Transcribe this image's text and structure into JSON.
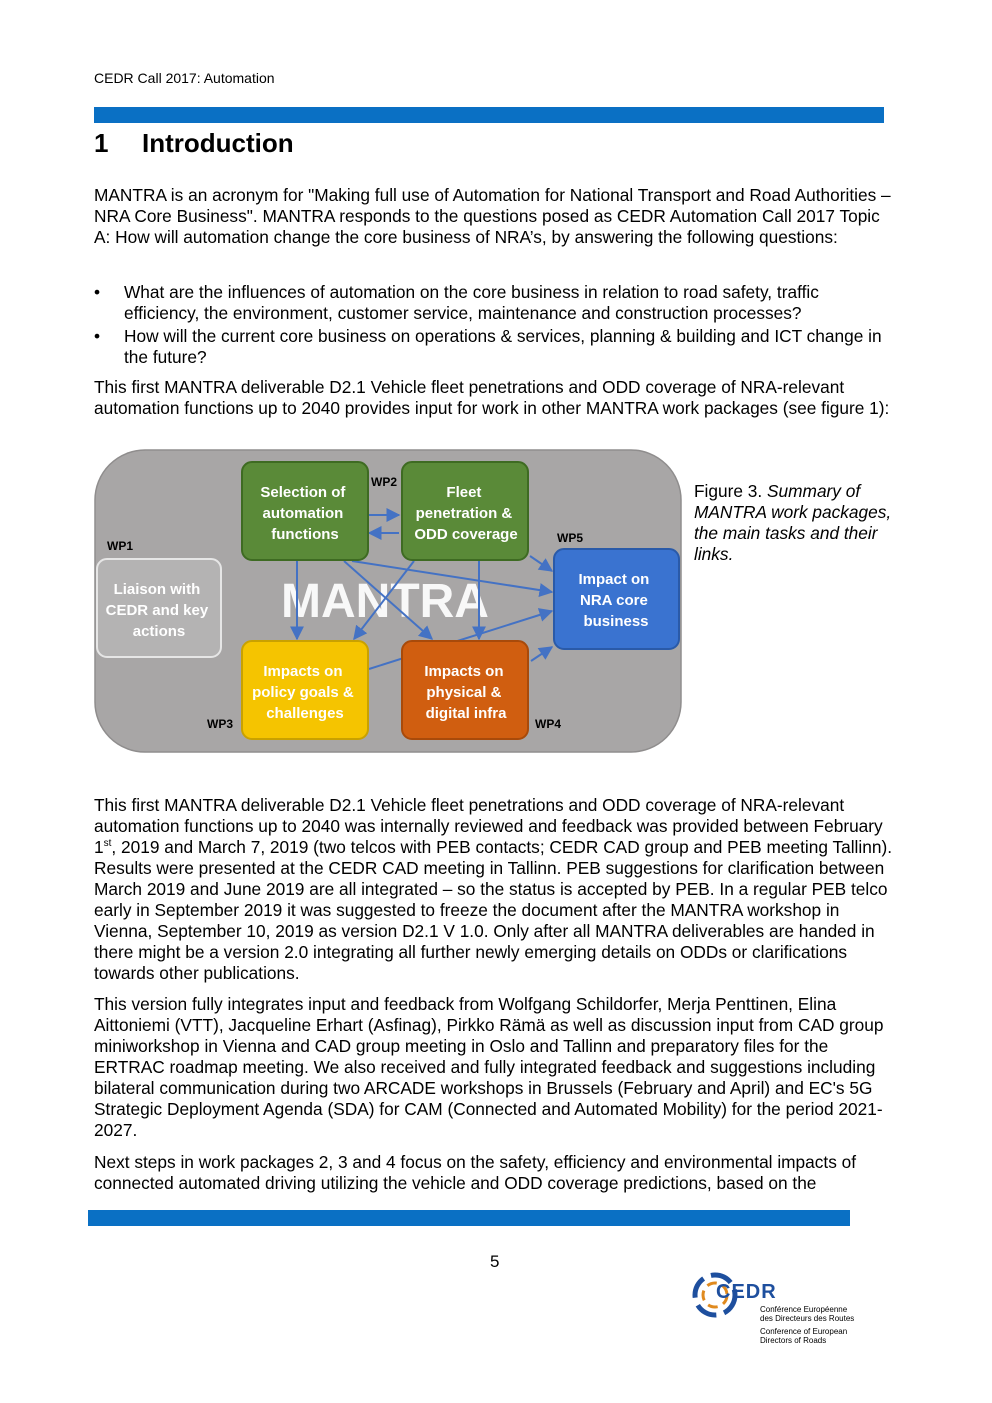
{
  "header": {
    "running_title": "CEDR Call 2017: Automation"
  },
  "section": {
    "number": "1",
    "title": "Introduction"
  },
  "intro_paragraph": "MANTRA is an acronym for \"Making full use of Automation for National Transport and Road Authorities – NRA Core Business\".  MANTRA responds to the questions posed as CEDR Automation Call 2017 Topic A: How will automation change the core business of NRA’s, by answering the following questions:",
  "bullets": [
    "What are the influences of automation on the core business in relation to road safety, traffic efficiency, the environment, customer service, maintenance and construction processes?",
    "How will the current core business on operations & services, planning & building and ICT change in the future?"
  ],
  "para_figure_intro": "This first MANTRA deliverable D2.1 Vehicle fleet penetrations and ODD coverage of NRA-relevant automation functions up to 2040 provides input for work in other MANTRA work packages (see figure 1):",
  "figure": {
    "watermark": "MANTRA",
    "boxes": {
      "wp1": {
        "tag": "WP1",
        "lines": [
          "Liaison with",
          "CEDR and key",
          "actions"
        ],
        "color": "#b4b3b3"
      },
      "wp2a": {
        "tag": "WP2",
        "lines": [
          "Selection of",
          "automation",
          "functions"
        ],
        "color": "#5a8a38"
      },
      "wp2b": {
        "lines": [
          "Fleet",
          "penetration &",
          "ODD coverage"
        ],
        "color": "#5a8a38"
      },
      "wp5": {
        "tag": "WP5",
        "lines": [
          "Impact on",
          "NRA core",
          "business"
        ],
        "color": "#3a73d0"
      },
      "wp3": {
        "tag": "WP3",
        "lines": [
          "Impacts on",
          "policy goals &",
          "challenges"
        ],
        "color": "#f5c400"
      },
      "wp4": {
        "tag": "WP4",
        "lines": [
          "Impacts on",
          "physical &",
          "digital infra"
        ],
        "color": "#d05e10"
      }
    },
    "background_color": "#a8a6a6",
    "arrow_color": "#4472c4"
  },
  "caption": {
    "label": "Figure 3.",
    "text": "Summary of MANTRA work packages, the main tasks and their links."
  },
  "para_review": {
    "part1": "This first MANTRA deliverable D2.1 Vehicle fleet penetrations and ODD coverage of NRA-relevant automation functions up to 2040 was internally reviewed and feedback was provided between February 1",
    "sup": "st",
    "part2": ", 2019 and March 7, 2019 (two telcos with PEB contacts; CEDR CAD group and PEB meeting Tallinn). Results were presented at the CEDR CAD meeting in Tallinn. PEB suggestions for clarification between March 2019 and June 2019 are all integrated – so the status is accepted by PEB. In a regular PEB telco early in September 2019 it was suggested to freeze the document after the MANTRA workshop in Vienna, September 10, 2019 as version D2.1 V 1.0. Only after all MANTRA deliverables are handed in there might be a version 2.0 integrating all further newly emerging details on ODDs or clarifications towards other publications."
  },
  "para_version": "This version fully integrates input and feedback from Wolfgang Schildorfer, Merja Penttinen, Elina Aittoniemi (VTT), Jacqueline Erhart (Asfinag), Pirkko Rämä as well as discussion input from CAD group miniworkshop in Vienna and CAD group meeting in Oslo and Tallinn and preparatory files for the ERTRAC roadmap meeting. We also received and fully integrated feedback and suggestions including bilateral communication during two ARCADE workshops in Brussels (February and April) and EC's 5G Strategic Deployment Agenda (SDA) for CAM (Connected and Automated Mobility) for the period 2021-2027.",
  "para_next": "Next steps in work packages 2, 3 and 4 focus on the safety, efficiency and environmental impacts of connected automated driving utilizing the vehicle and ODD coverage predictions, based on the",
  "footer": {
    "page_number": "5",
    "logo_word": "CEDR",
    "logo_line_fr": "Conférence Européenne des Directeurs des Routes",
    "logo_line_en": "Conference of European Directors of Roads"
  }
}
